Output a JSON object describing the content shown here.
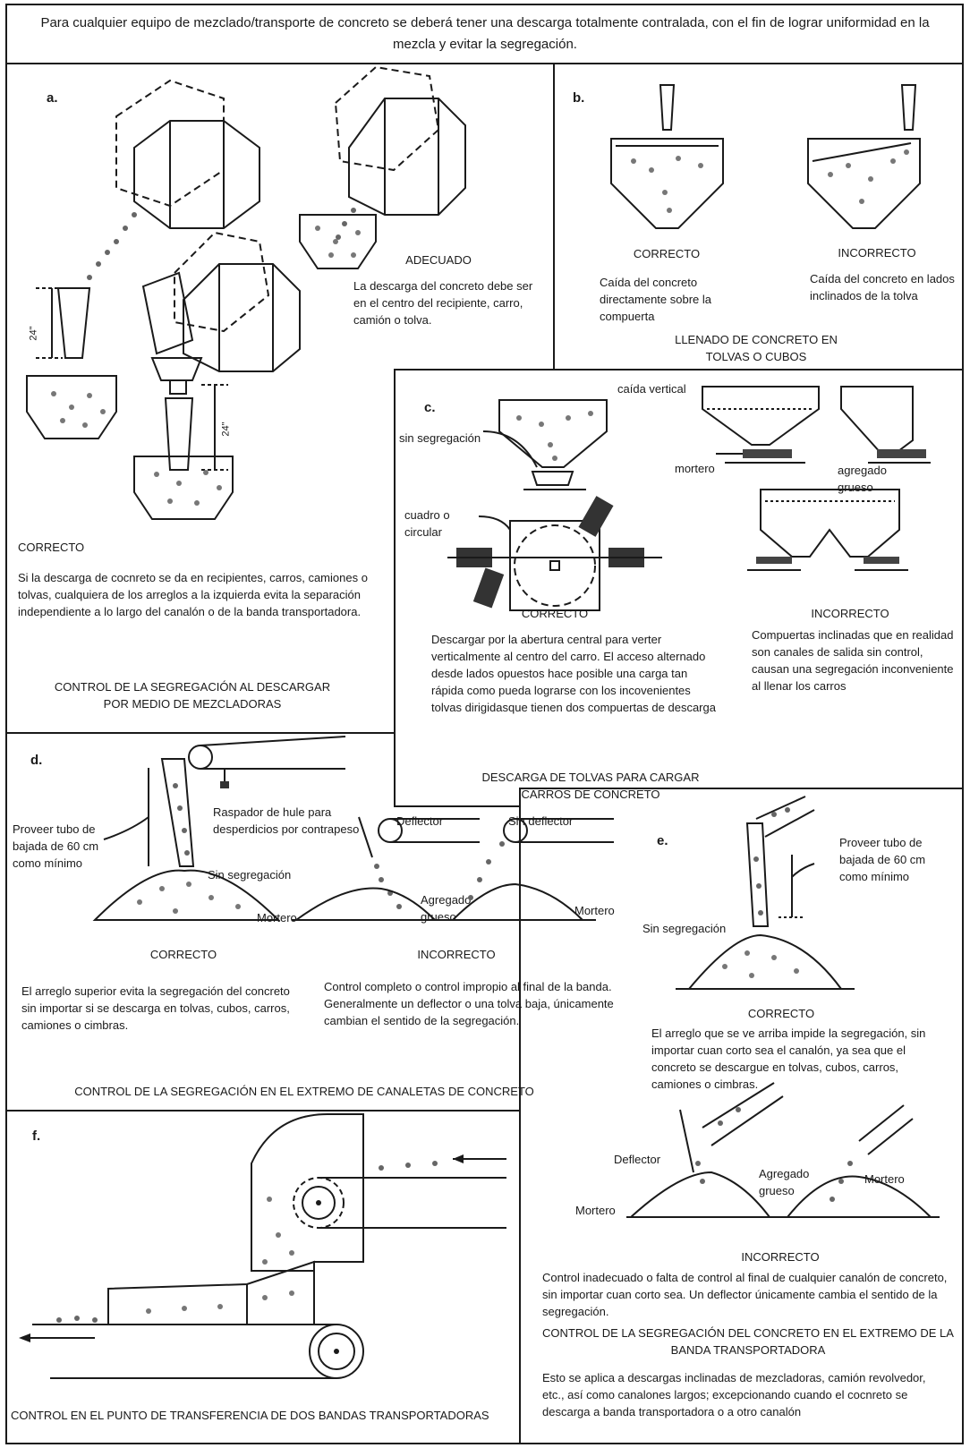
{
  "header": {
    "text": "Para cualquier equipo de mezclado/transporte de concreto se deberá tener una descarga totalmente contralada, con el fin de lograr uniformidad en la mezcla y evitar la segregación."
  },
  "panel_a": {
    "letter": "a.",
    "dim_left": "24\"",
    "dim_right": "24\"",
    "adecuado_label": "ADECUADO",
    "adecuado_text": "La descarga del concreto debe ser en el centro del recipiente, carro, camión o tolva.",
    "correcto_label": "CORRECTO",
    "correcto_text": "Si la descarga de cocnreto se da en recipientes, carros, camiones o tolvas, cualquiera de los arreglos a la izquierda evita la separación independiente a lo largo del canalón o de la banda transportadora.",
    "caption": "CONTROL DE LA SEGREGACIÓN AL DESCARGAR POR MEDIO DE MEZCLADORAS"
  },
  "panel_b": {
    "letter": "b.",
    "correcto_label": "CORRECTO",
    "correcto_text": "Caída del concreto directamente sobre la compuerta",
    "incorrecto_label": "INCORRECTO",
    "incorrecto_text": "Caída del concreto en lados inclinados de la tolva",
    "caption": "LLENADO DE CONCRETO EN TOLVAS O CUBOS"
  },
  "panel_c": {
    "letter": "c.",
    "caida_vertical": "caída vertical",
    "sin_segregacion": "sin segregación",
    "cuadro_circular": "cuadro o circular",
    "mortero": "mortero",
    "agregado_grueso": "agregado grueso",
    "correcto_label": "CORRECTO",
    "correcto_text": "Descargar por la abertura central para verter verticalmente al centro del carro. El acceso alternado desde lados opuestos hace posible una carga tan rápida como pueda lograrse con los incovenientes tolvas dirigidasque tienen dos compuertas de descarga",
    "incorrecto_label": "INCORRECTO",
    "incorrecto_text": "Compuertas inclinadas que en realidad son canales de salida sin control, causan una segregación inconveniente al llenar los carros",
    "caption": "DESCARGA DE TOLVAS PARA CARGAR CARROS DE CONCRETO"
  },
  "panel_d": {
    "letter": "d.",
    "raspador": "Raspador de hule para desperdicios por contrapeso",
    "proveer_tubo": "Proveer tubo de bajada de 60 cm como mínimo",
    "sin_segregacion": "Sin segregación",
    "deflector": "Deflector",
    "sin_deflector": "Sin deflector",
    "agregado_grueso": "Agregado grueso",
    "mortero_left": "Mortero",
    "mortero_right": "Mortero",
    "correcto_label": "CORRECTO",
    "correcto_text": "El arreglo superior evita la segregación del concreto sin importar si se descarga en tolvas, cubos, carros, camiones o cimbras.",
    "incorrecto_label": "INCORRECTO",
    "incorrecto_text": "Control completo o control impropio al final de la banda. Generalmente un deflector o una tolva baja, únicamente cambian el sentido de la segregación.",
    "caption": "CONTROL DE LA SEGREGACIÓN EN EL EXTREMO DE CANALETAS DE CONCRETO"
  },
  "panel_e": {
    "letter": "e.",
    "proveer_tubo": "Proveer tubo de bajada de 60 cm como mínimo",
    "sin_segregacion": "Sin segregación",
    "correcto_label": "CORRECTO",
    "correcto_text": "El arreglo que se ve arriba impide la segregación, sin importar cuan corto sea el canalón, ya sea que el concreto se descargue en tolvas, cubos, carros, camiones o cimbras.",
    "deflector": "Deflector",
    "agregado_grueso": "Agregado grueso",
    "mortero_left": "Mortero",
    "mortero_right": "Mortero",
    "incorrecto_label": "INCORRECTO",
    "incorrecto_text": "Control inadecuado o falta de control al final de cualquier canalón de concreto, sin importar cuan corto sea. Un deflector únicamente cambia el sentido de la segregación.",
    "caption": "CONTROL DE LA SEGREGACIÓN DEL CONCRETO EN EL EXTREMO DE LA BANDA TRANSPORTADORA",
    "note": "Esto se aplica a descargas inclinadas de mezcladoras, camión revolvedor, etc., así como canalones largos; excepcionando cuando el cocnreto se descarga a banda transportadora o a otro canalón"
  },
  "panel_f": {
    "letter": "f.",
    "caption": "CONTROL EN EL PUNTO DE TRANSFERENCIA DE DOS BANDAS TRANSPORTADORAS"
  }
}
